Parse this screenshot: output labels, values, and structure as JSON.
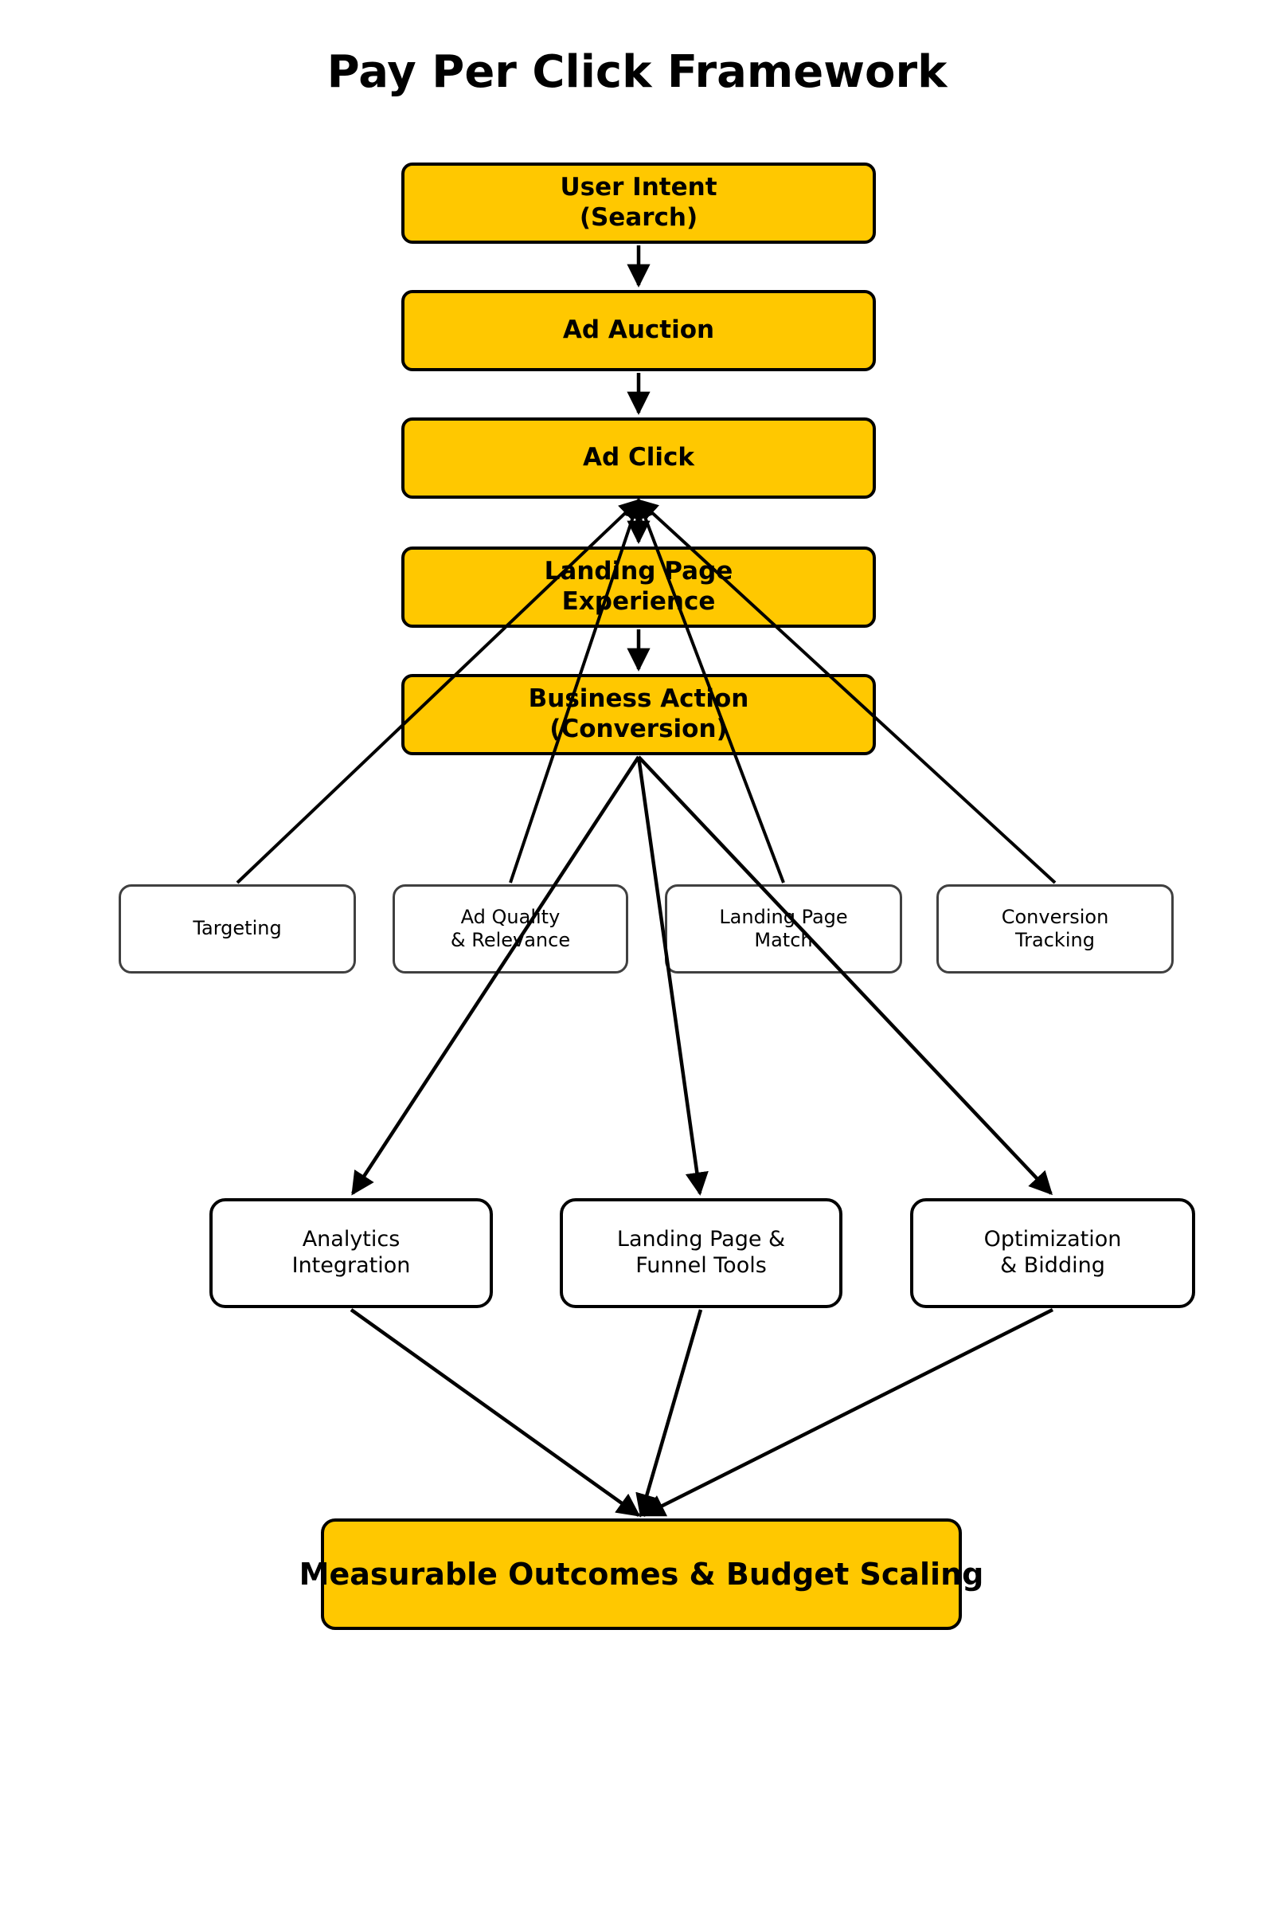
{
  "title": "Pay Per Click Framework",
  "colors": {
    "node_fill_primary": "#FFC800",
    "node_border_primary": "#000000",
    "node_border_factor": "#404040",
    "node_border_tool": "#000000",
    "edge_color": "#000000",
    "background": "#FFFFFF",
    "text": "#000000"
  },
  "nodes": {
    "user_intent": {
      "label": "User Intent\n(Search)"
    },
    "ad_auction": {
      "label": "Ad Auction"
    },
    "ad_click": {
      "label": "Ad Click"
    },
    "landing_page_experience": {
      "label": "Landing Page\nExperience"
    },
    "business_action": {
      "label": "Business Action\n(Conversion)"
    },
    "targeting": {
      "label": "Targeting"
    },
    "ad_quality": {
      "label": "Ad Quality\n& Relevance"
    },
    "landing_page_match": {
      "label": "Landing Page\nMatch"
    },
    "conversion_tracking": {
      "label": "Conversion\nTracking"
    },
    "analytics_integration": {
      "label": "Analytics\nIntegration"
    },
    "funnel_tools": {
      "label": "Landing Page &\nFunnel Tools"
    },
    "optimization_bidding": {
      "label": "Optimization\n& Bidding"
    },
    "measurable_outcomes": {
      "label": "Measurable Outcomes & Budget Scaling"
    }
  },
  "edges": [
    {
      "from": "user_intent",
      "to": "ad_auction"
    },
    {
      "from": "ad_auction",
      "to": "ad_click"
    },
    {
      "from": "ad_click",
      "to": "landing_page_experience"
    },
    {
      "from": "landing_page_experience",
      "to": "business_action"
    },
    {
      "from": "targeting",
      "to": "ad_click"
    },
    {
      "from": "ad_quality",
      "to": "ad_click"
    },
    {
      "from": "landing_page_match",
      "to": "ad_click"
    },
    {
      "from": "conversion_tracking",
      "to": "ad_click"
    },
    {
      "from": "business_action",
      "to": "analytics_integration"
    },
    {
      "from": "business_action",
      "to": "funnel_tools"
    },
    {
      "from": "business_action",
      "to": "optimization_bidding"
    },
    {
      "from": "analytics_integration",
      "to": "measurable_outcomes"
    },
    {
      "from": "funnel_tools",
      "to": "measurable_outcomes"
    },
    {
      "from": "optimization_bidding",
      "to": "measurable_outcomes"
    }
  ]
}
